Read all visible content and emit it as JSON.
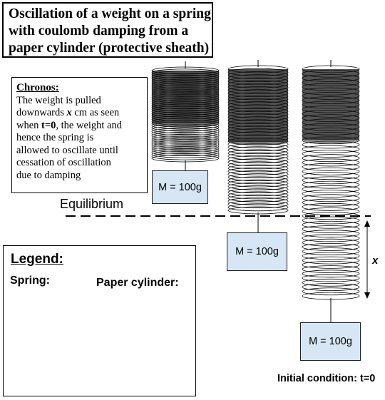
{
  "title": {
    "line1": "Oscillation of a weight on a spring",
    "line2": "with coulomb damping from a",
    "line3": "paper cylinder (protective sheath)"
  },
  "chronos": {
    "heading": "Chronos:",
    "line1": "The weight is pulled",
    "line2_pre": "downwards ",
    "line2_var": "x",
    "line2_post": " cm as seen",
    "line3_pre": "when ",
    "line3_bold": "t=0",
    "line3_post": ", the weight and",
    "line4": "hence the spring is",
    "line5": "allowed to oscillate until",
    "line6": "cessation of oscillation",
    "line7": "due to damping"
  },
  "equilibrium_label": "Equilibrium",
  "mass_label": "M = 100g",
  "x_label": "x",
  "initial_condition": "Initial condition: t=0",
  "legend": {
    "title": "Legend:",
    "spring_label": "Spring:",
    "cylinder_label": "Paper cylinder:"
  },
  "colors": {
    "mass_fill": "#d6e6f4",
    "cylinder_dark": "#1a1a1a",
    "cylinder_light": "#aaaaaa"
  }
}
